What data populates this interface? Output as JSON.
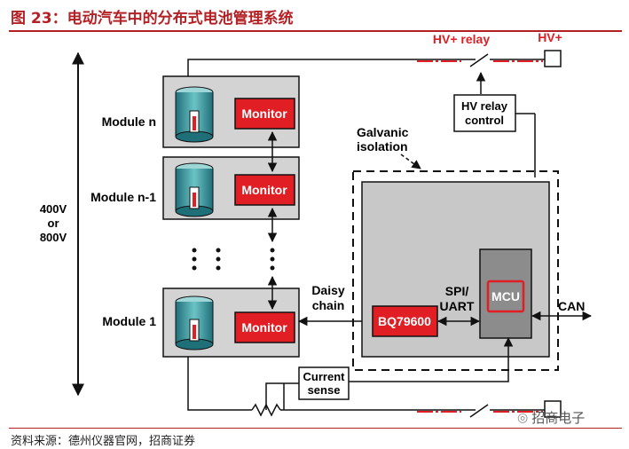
{
  "title": "图 23：电动汽车中的分布式电池管理系统",
  "source": "资料来源：德州仪器官网，招商证券",
  "brand": "招商电子",
  "voltage": [
    "400V",
    "or",
    "800V"
  ],
  "modules": [
    {
      "label": "Module n",
      "monitor": "Monitor"
    },
    {
      "label": "Module n-1",
      "monitor": "Monitor"
    },
    {
      "label": "Module 1",
      "monitor": "Monitor"
    }
  ],
  "hv_relay": "HV+ relay",
  "hv_plus": "HV+",
  "hv_relay_control": [
    "HV relay",
    "control"
  ],
  "galvanic_isolation": [
    "Galvanic",
    "isolation"
  ],
  "daisy_chain": [
    "Daisy",
    "chain"
  ],
  "bq": "BQ79600",
  "spi_uart": [
    "SPI/",
    "UART"
  ],
  "mcu": "MCU",
  "can": "CAN",
  "current_sense": [
    "Current",
    "sense"
  ],
  "colors": {
    "red": "#e01e24",
    "title_red": "#b32125",
    "grey": "#c8c8c8",
    "mcu_grey": "#8c8c8c",
    "cyl_teal": "#3c9aa0"
  }
}
